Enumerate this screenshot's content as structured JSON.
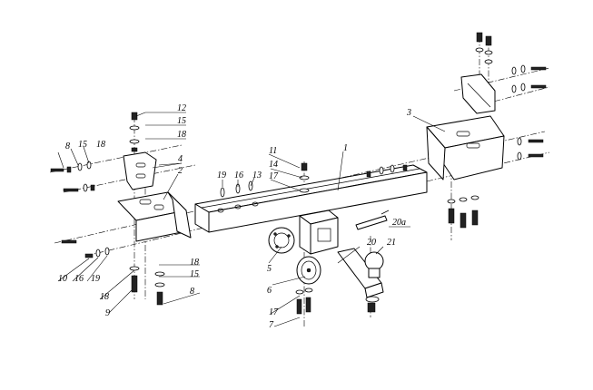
{
  "callouts": [
    {
      "id": "c1",
      "text": "1"
    },
    {
      "id": "c2",
      "text": "2"
    },
    {
      "id": "c3",
      "text": "3"
    },
    {
      "id": "c4",
      "text": "4"
    },
    {
      "id": "c5",
      "text": "5"
    },
    {
      "id": "c6",
      "text": "6"
    },
    {
      "id": "c7",
      "text": "7"
    },
    {
      "id": "c8a",
      "text": "8"
    },
    {
      "id": "c8b",
      "text": "8"
    },
    {
      "id": "c9",
      "text": "9"
    },
    {
      "id": "c10",
      "text": "10"
    },
    {
      "id": "c11",
      "text": "11"
    },
    {
      "id": "c12",
      "text": "12"
    },
    {
      "id": "c13",
      "text": "13"
    },
    {
      "id": "c14",
      "text": "14"
    },
    {
      "id": "c15a",
      "text": "15"
    },
    {
      "id": "c15b",
      "text": "15"
    },
    {
      "id": "c15c",
      "text": "15"
    },
    {
      "id": "c16a",
      "text": "16"
    },
    {
      "id": "c16b",
      "text": "16"
    },
    {
      "id": "c17a",
      "text": "17"
    },
    {
      "id": "c17b",
      "text": "17"
    },
    {
      "id": "c18a",
      "text": "18"
    },
    {
      "id": "c18b",
      "text": "18"
    },
    {
      "id": "c18c",
      "text": "18"
    },
    {
      "id": "c18d",
      "text": "18"
    },
    {
      "id": "c19a",
      "text": "19"
    },
    {
      "id": "c19b",
      "text": "19"
    },
    {
      "id": "c20",
      "text": "20"
    },
    {
      "id": "c20a",
      "text": "20a"
    },
    {
      "id": "c21",
      "text": "21"
    }
  ]
}
